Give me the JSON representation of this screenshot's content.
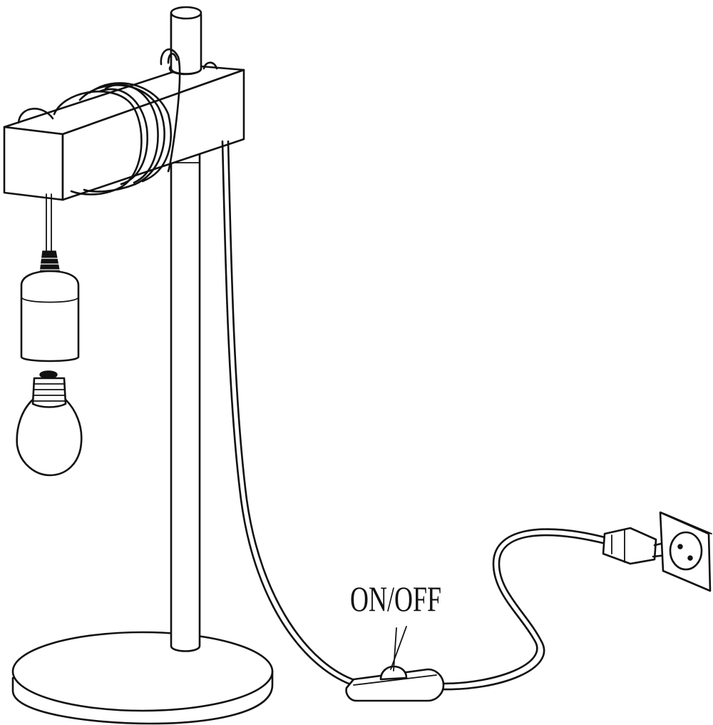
{
  "diagram": {
    "switch_label": "ON/OFF",
    "parts": [
      "lamp-base",
      "pole",
      "arm",
      "cord-wrap",
      "lamp-holder",
      "light-bulb",
      "inline-switch",
      "plug",
      "wall-socket"
    ]
  }
}
